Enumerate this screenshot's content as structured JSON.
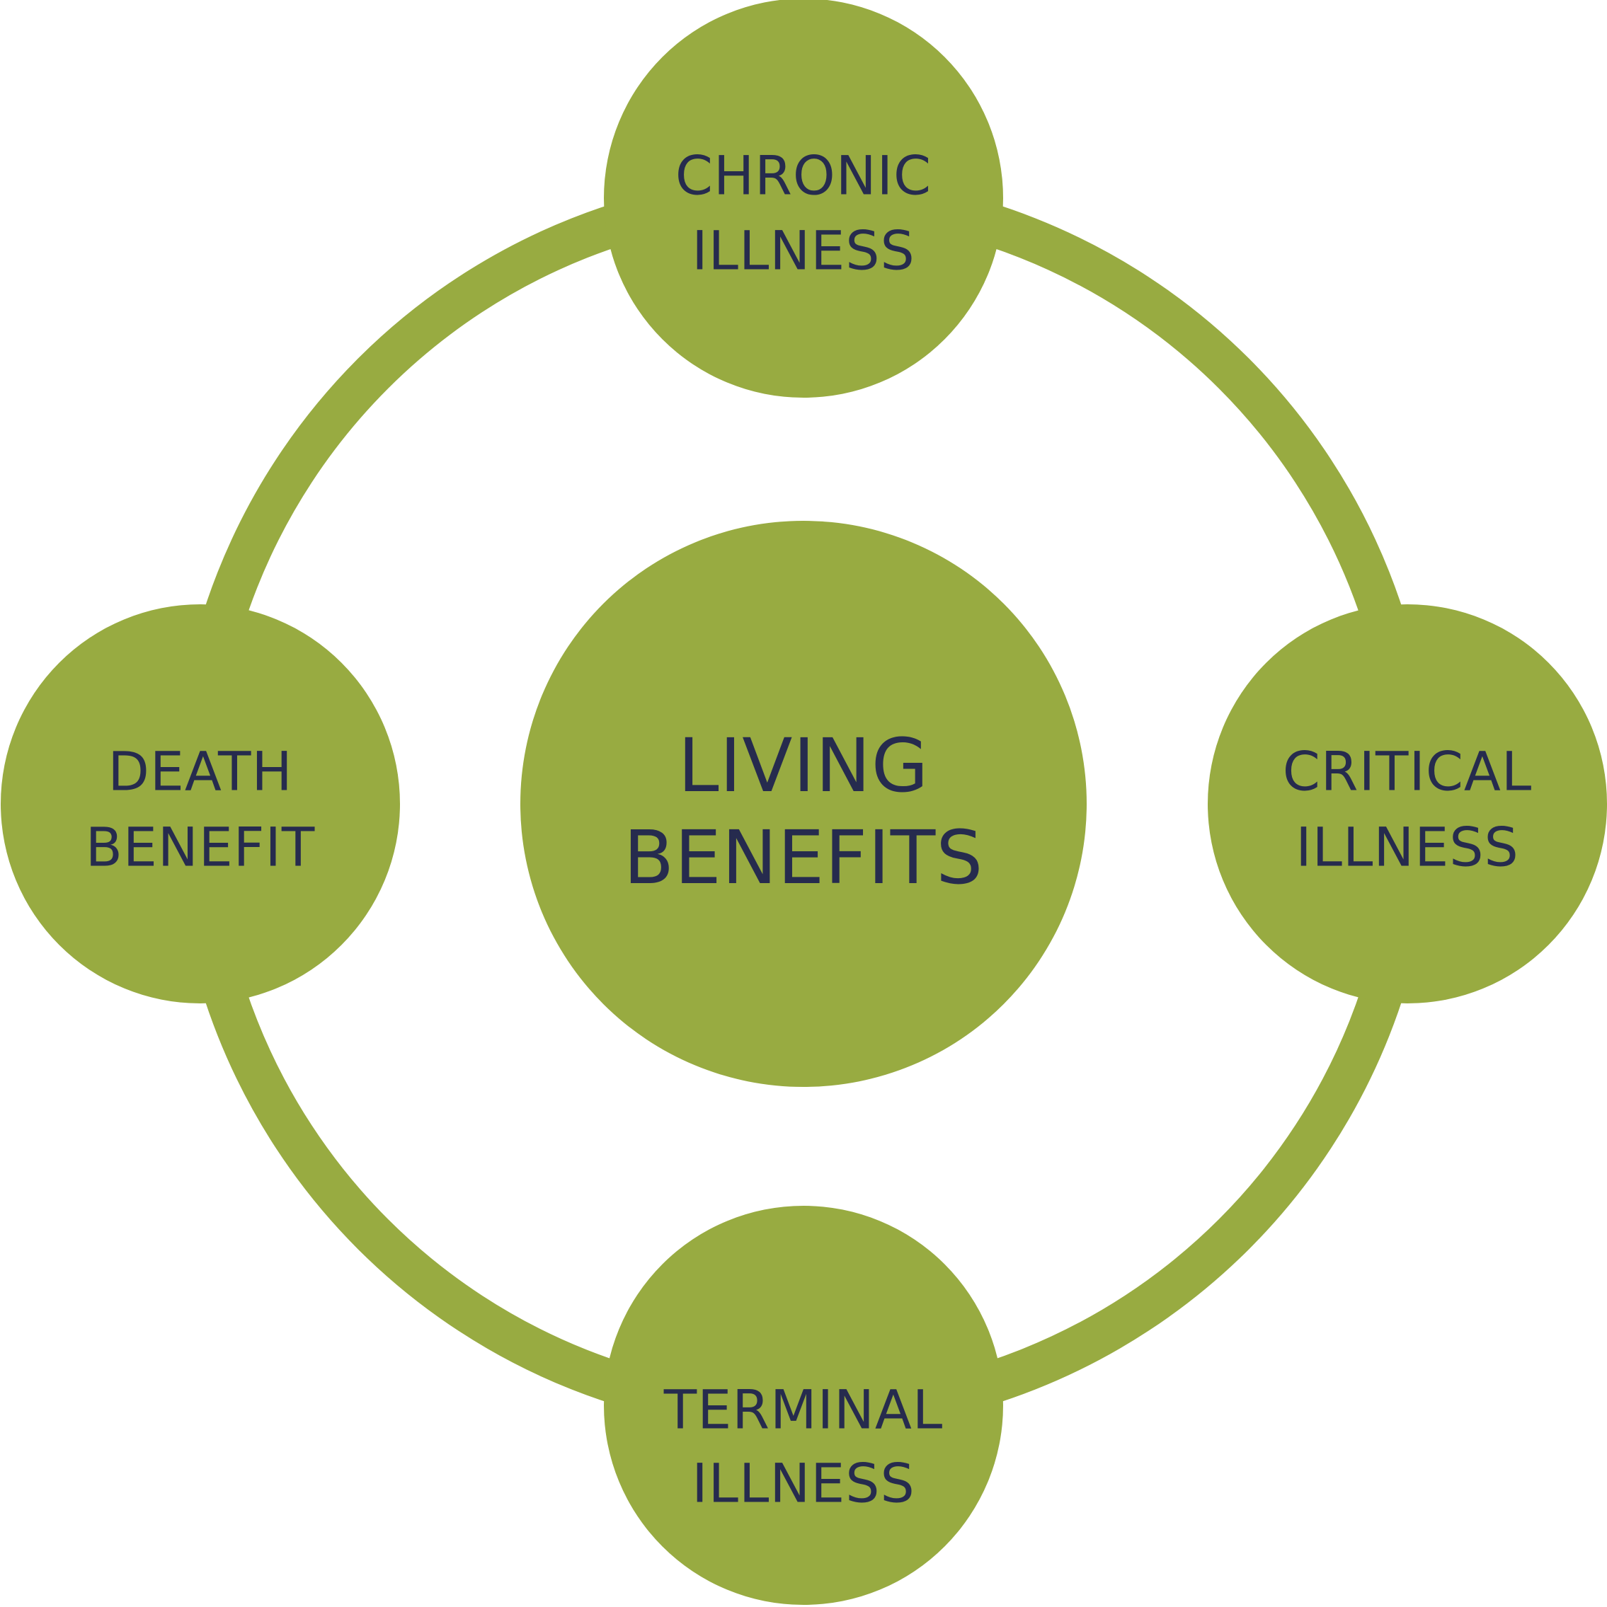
{
  "colors": {
    "green": "#98AB41",
    "navy": "#262B4E",
    "background": "#FFFFFF"
  },
  "center": {
    "line1": "LIVING",
    "line2": "BENEFITS"
  },
  "nodes": {
    "top": {
      "line1": "CHRONIC",
      "line2": "ILLNESS"
    },
    "right": {
      "line1": "CRITICAL",
      "line2": "ILLNESS"
    },
    "bottom": {
      "line1": "TERMINAL",
      "line2": "ILLNESS"
    },
    "left": {
      "line1": "DEATH",
      "line2": "BENEFIT"
    }
  }
}
